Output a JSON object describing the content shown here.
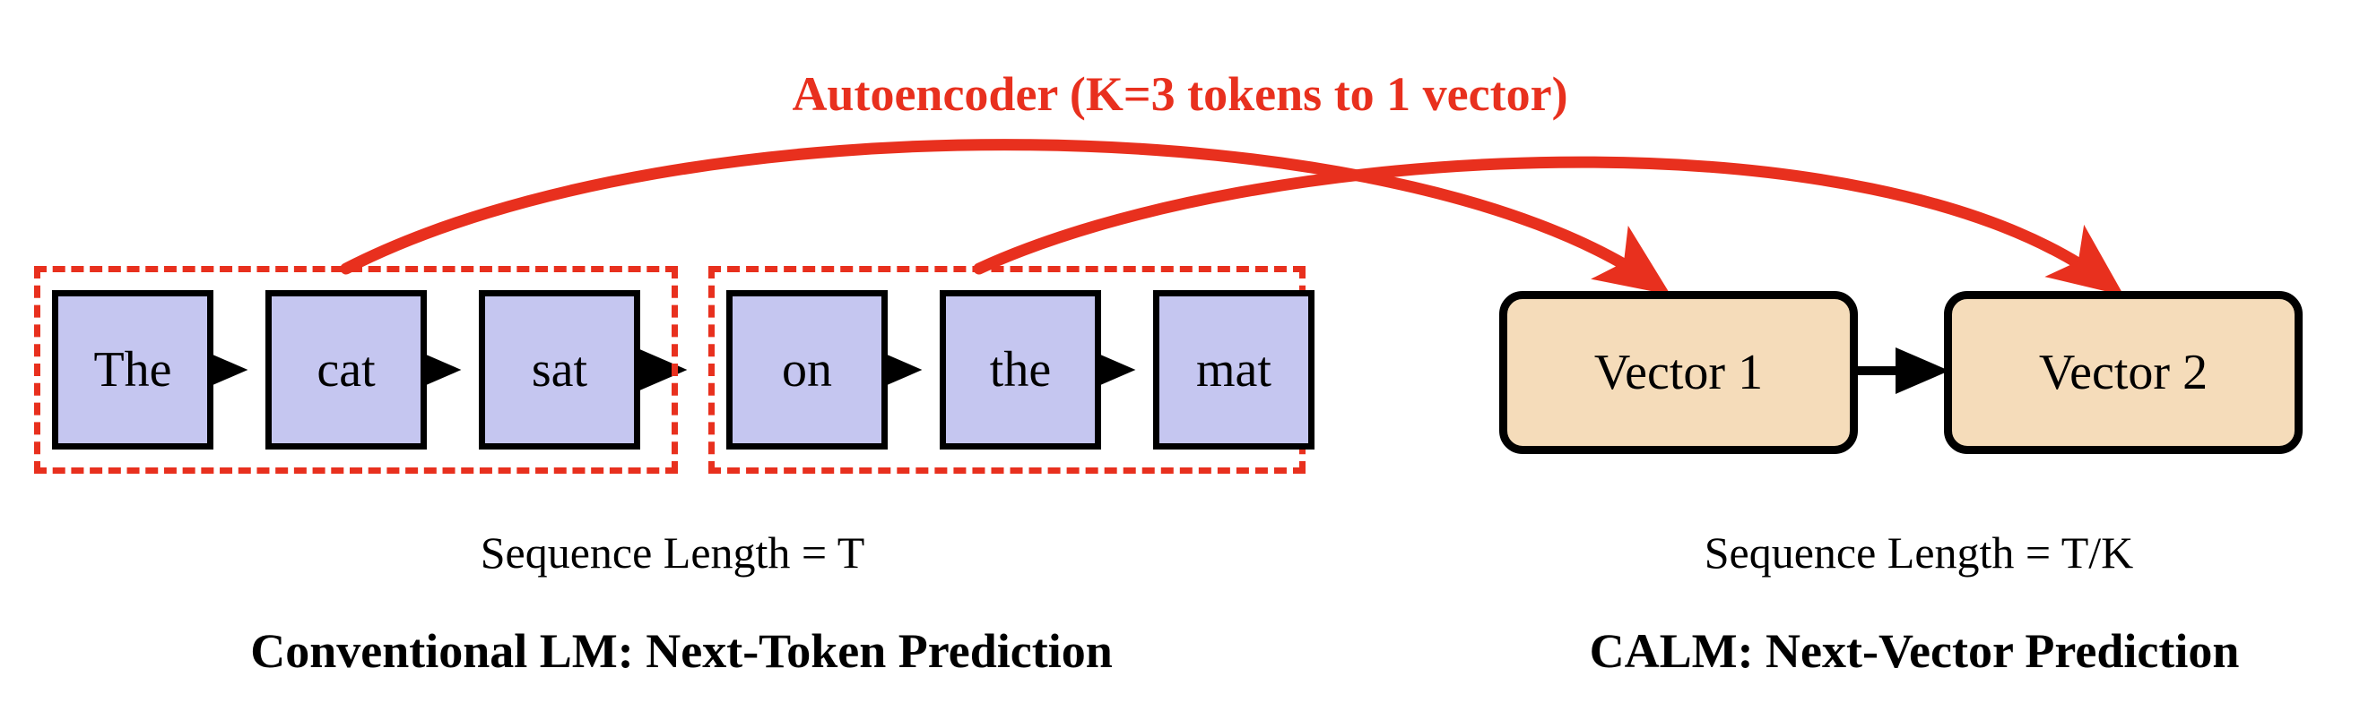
{
  "diagram": {
    "title": "Autoencoder (K=3 tokens to 1 vector)",
    "accent_red": "#e8301e",
    "token_fill": "#c5c6f0",
    "vector_fill": "#f5dcba",
    "outline": "#000000",
    "background": "#ffffff"
  },
  "left_panel": {
    "tokens": [
      {
        "label": "The"
      },
      {
        "label": "cat"
      },
      {
        "label": "sat"
      },
      {
        "label": "on"
      },
      {
        "label": "the"
      },
      {
        "label": "mat"
      }
    ],
    "groups": [
      {
        "name": "token-group-1",
        "tokens": [
          "The",
          "cat",
          "sat"
        ]
      },
      {
        "name": "token-group-2",
        "tokens": [
          "on",
          "the",
          "mat"
        ]
      }
    ],
    "sequence_length": "Sequence Length = T",
    "caption": "Conventional LM: Next-Token Prediction"
  },
  "right_panel": {
    "vectors": [
      {
        "label": "Vector 1"
      },
      {
        "label": "Vector 2"
      }
    ],
    "sequence_length": "Sequence Length = T/K",
    "caption": "CALM: Next-Vector Prediction"
  },
  "arrows": {
    "token_chain": "token-to-token-arrow",
    "vector_chain": "vector-to-vector-arrow",
    "autoencoder_1": "group-1-to-vector-1-arrow",
    "autoencoder_2": "group-2-to-vector-2-arrow"
  }
}
